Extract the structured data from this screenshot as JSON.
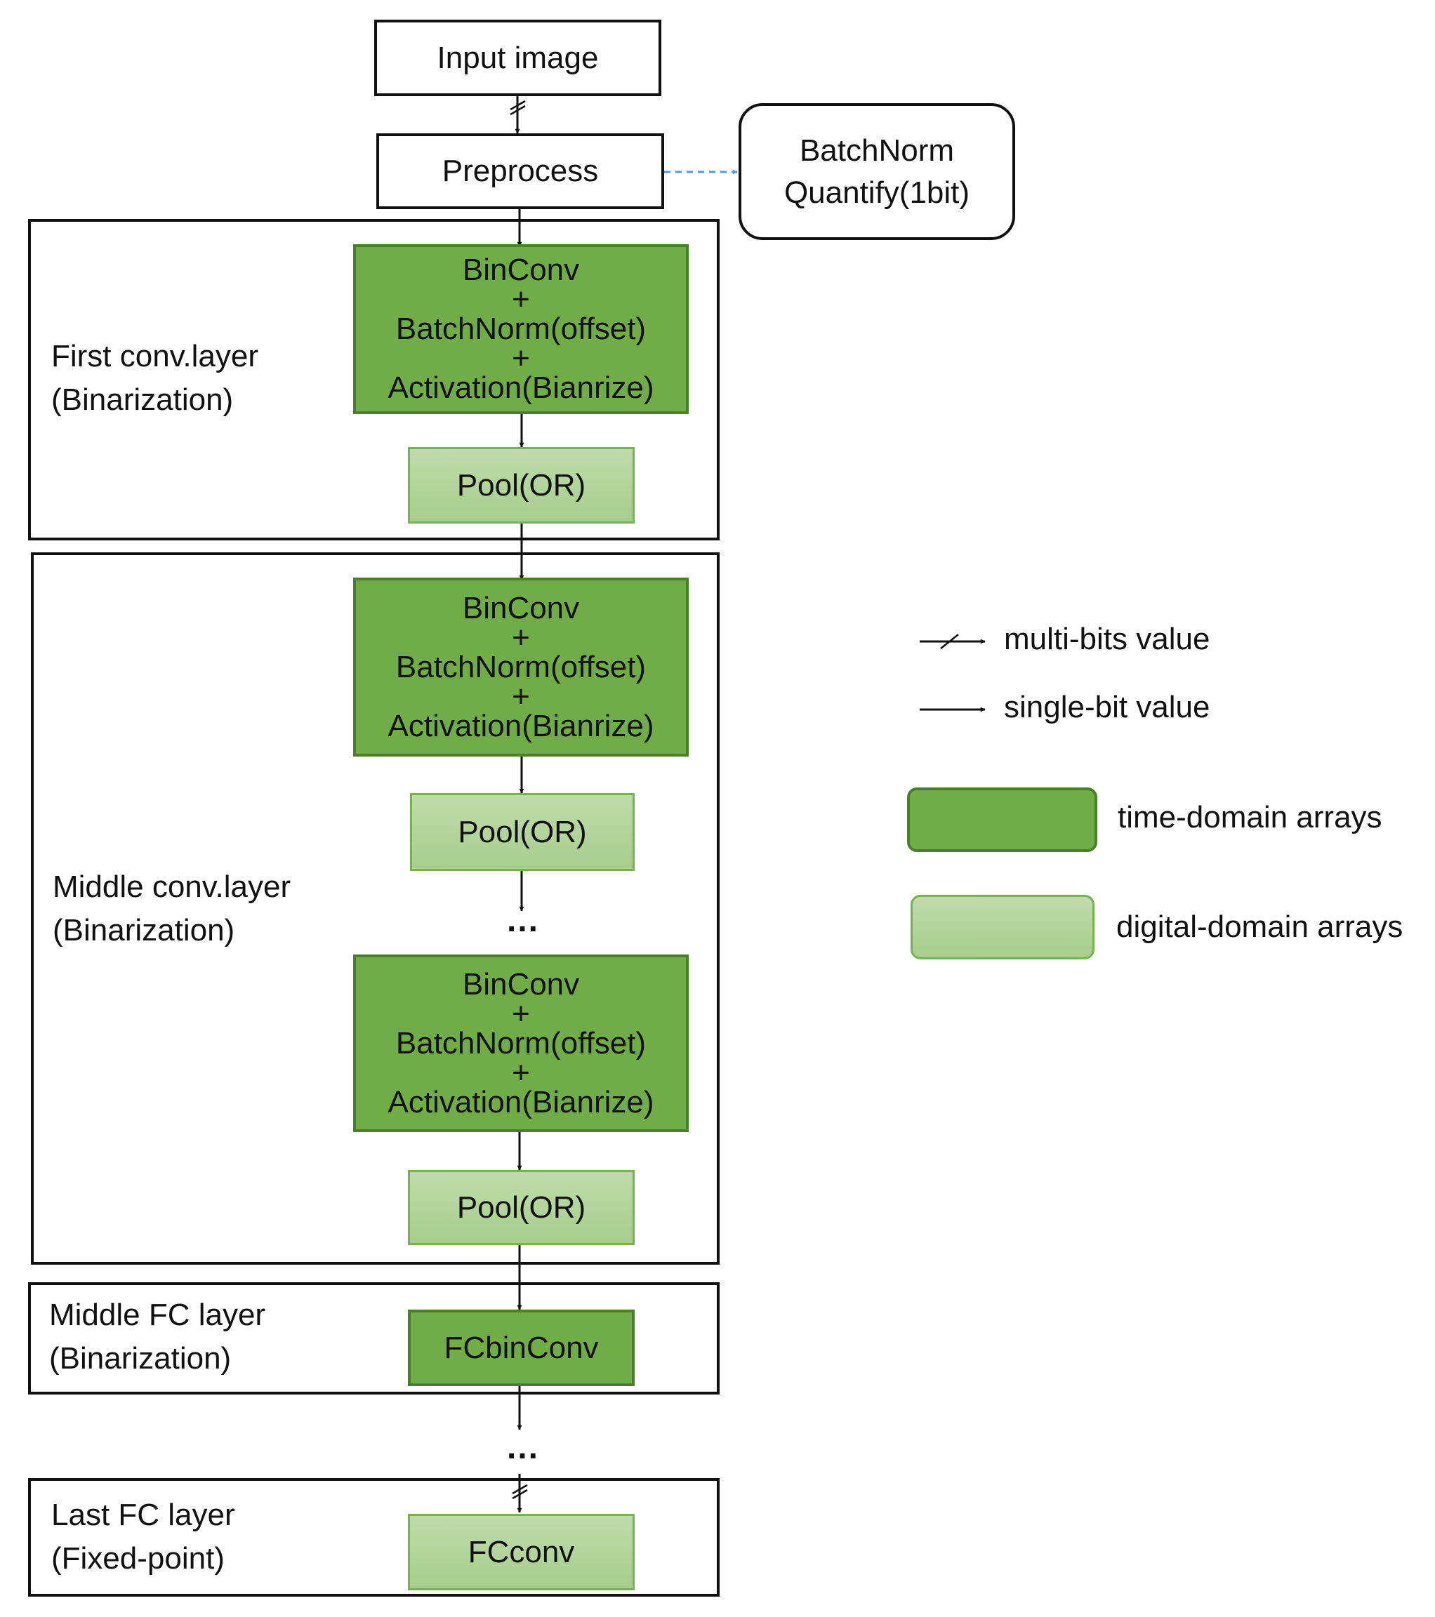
{
  "nodes": {
    "input_image": "Input image",
    "preprocess": "Preprocess",
    "batchnorm_note": {
      "line1": "BatchNorm",
      "line2": "Quantify(1bit)"
    },
    "block": {
      "line1": "BinConv",
      "line2": "+",
      "line3": "BatchNorm(offset)",
      "line4": "+",
      "line5": "Activation(Bianrize)"
    },
    "pool": "Pool(OR)",
    "fc_bin": "FCbinConv",
    "fc_conv": "FCconv",
    "ellipsis": "..."
  },
  "groups": {
    "first_conv": {
      "title": "First conv.layer",
      "subtitle": "(Binarization)"
    },
    "middle_conv": {
      "title": "Middle conv.layer",
      "subtitle": "(Binarization)"
    },
    "middle_fc": {
      "title": "Middle FC layer",
      "subtitle": "(Binarization)"
    },
    "last_fc": {
      "title": "Last FC layer",
      "subtitle": "(Fixed-point)"
    }
  },
  "legend": {
    "multi_bits": "multi-bits value",
    "single_bit": "single-bit value",
    "time_domain": "time-domain arrays",
    "digital_domain": "digital-domain arrays"
  },
  "colors": {
    "time_domain_fill": "#70ad47",
    "digital_domain_fill": "#a9d08e",
    "dashed_arrow": "#5b9bd5"
  }
}
